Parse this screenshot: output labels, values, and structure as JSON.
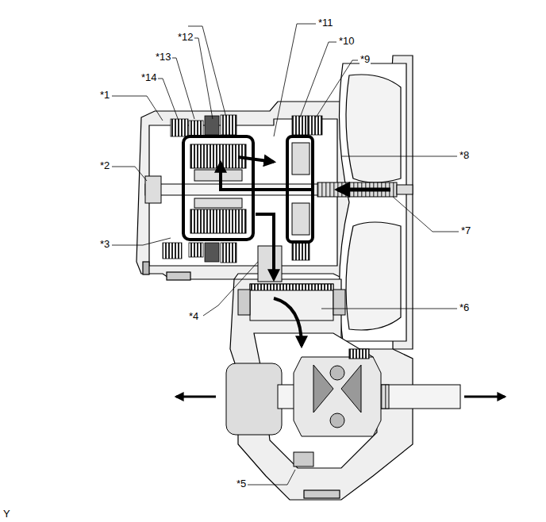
{
  "diagram": {
    "labels": [
      "*11",
      "*12",
      "*10",
      "*13",
      "*9",
      "*14",
      "*1",
      "*8",
      "*2",
      "*7",
      "*3",
      "*6",
      "*4",
      "*5",
      "Y"
    ]
  }
}
